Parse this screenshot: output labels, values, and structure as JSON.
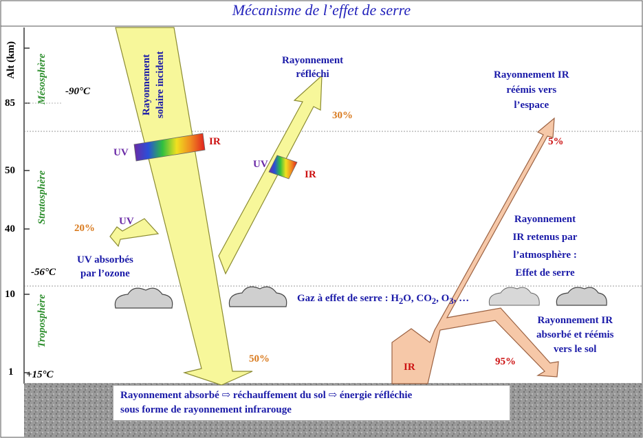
{
  "title": "Mécanisme de l’effet de serre",
  "axis": {
    "label": "Alt (km)",
    "ticks": [
      "85",
      "50",
      "40",
      "10",
      "1"
    ]
  },
  "layers": [
    "Mésosphère",
    "Stratosphère",
    "Troposphère"
  ],
  "temperatures": [
    "-90°C",
    "-56°C",
    "+15°C"
  ],
  "solar": {
    "label_line1": "Rayonnement",
    "label_line2": "solaire incident",
    "uv": "UV",
    "ir": "IR"
  },
  "reflected": {
    "line1": "Rayonnement",
    "line2": "réfléchi",
    "percent": "30%",
    "uv": "UV",
    "ir": "IR"
  },
  "uv_absorbed": {
    "percent": "20%",
    "uv": "UV",
    "line1": "UV absorbés",
    "line2": "par l’ozone"
  },
  "ground_absorbed_percent": "50%",
  "ir_space": {
    "line1": "Rayonnement IR",
    "line2": "réémis vers",
    "line3": "l’espace",
    "percent": "5%"
  },
  "ir_retained": {
    "line1": "Rayonnement",
    "line2": "IR retenus par",
    "line3": "l’atmosphère :",
    "line4": "Effet de serre"
  },
  "ghg": {
    "prefix": "Gaz à effet de serre : H",
    "sub1": "2",
    "mid1": "O, CO",
    "sub2": "2",
    "mid2": ", O",
    "sub3": "3",
    "suffix": ", …"
  },
  "ir_ground": {
    "line1": "Rayonnement IR",
    "line2": "absorbé et réémis",
    "line3": "vers le sol",
    "percent": "95%",
    "ir": "IR"
  },
  "ground": {
    "line1": "Rayonnement absorbé ⇨ réchauffement du sol ⇨ énergie réfléchie",
    "line2": "sous forme de rayonnement infrarouge"
  },
  "colors": {
    "title": "#2222bb",
    "text_blue": "#1a1aa8",
    "percent_orange": "#d97a1e",
    "percent_red": "#cc1111",
    "uv_purple": "#6a2aa6",
    "layer_green": "#2f8f2f",
    "solar_fill": "#f7f79a",
    "ir_fill": "#f6c8a8"
  }
}
